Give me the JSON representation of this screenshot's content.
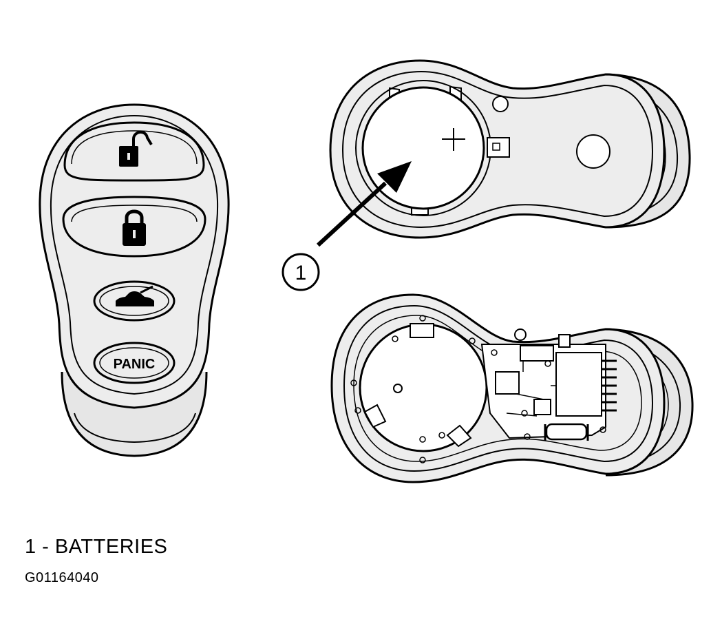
{
  "callout": {
    "number": "1"
  },
  "buttons": {
    "panic_label": "PANIC"
  },
  "legend": {
    "text": "1 - BATTERIES"
  },
  "figure": {
    "id": "G01164040"
  },
  "colors": {
    "ink": "#000000",
    "paper": "#ffffff",
    "shell": "#ededed"
  }
}
